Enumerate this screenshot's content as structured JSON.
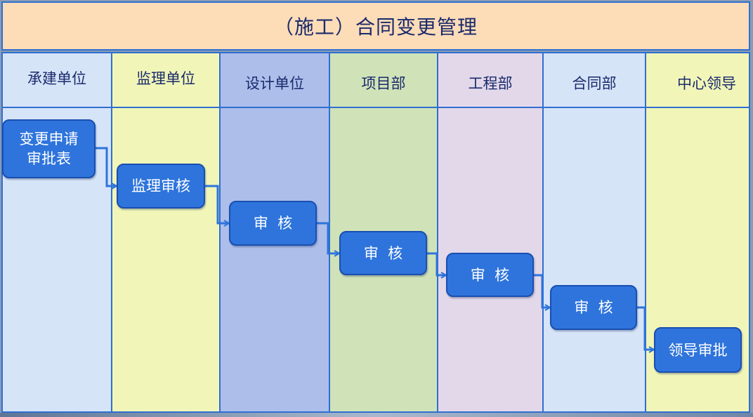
{
  "title": "（施工）合同变更管理",
  "colors": {
    "title_bg": "#fddcb8",
    "border": "#2f6fd0",
    "node_fill": "#2e74dc",
    "node_border": "#1a4fb0",
    "connector": "#2e74dc"
  },
  "lanes": [
    {
      "label": "承建单位",
      "color": "#d6e4f8"
    },
    {
      "label": "监理单位",
      "color": "#f1f6b8"
    },
    {
      "label": "设计单位",
      "color": "#adbeeb"
    },
    {
      "label": "项目部",
      "color": "#d0e3b8"
    },
    {
      "label": "工程部",
      "color": "#e3d8ea"
    },
    {
      "label": "合同部",
      "color": "#d6e4f8"
    },
    {
      "label": "中心领导",
      "color": "#f1f6b8"
    }
  ],
  "nodes": [
    {
      "label": "变更申请\n审批表"
    },
    {
      "label": "监理审核"
    },
    {
      "label": "审  核"
    },
    {
      "label": "审  核"
    },
    {
      "label": "审  核"
    },
    {
      "label": "审  核"
    },
    {
      "label": "领导审批"
    }
  ]
}
